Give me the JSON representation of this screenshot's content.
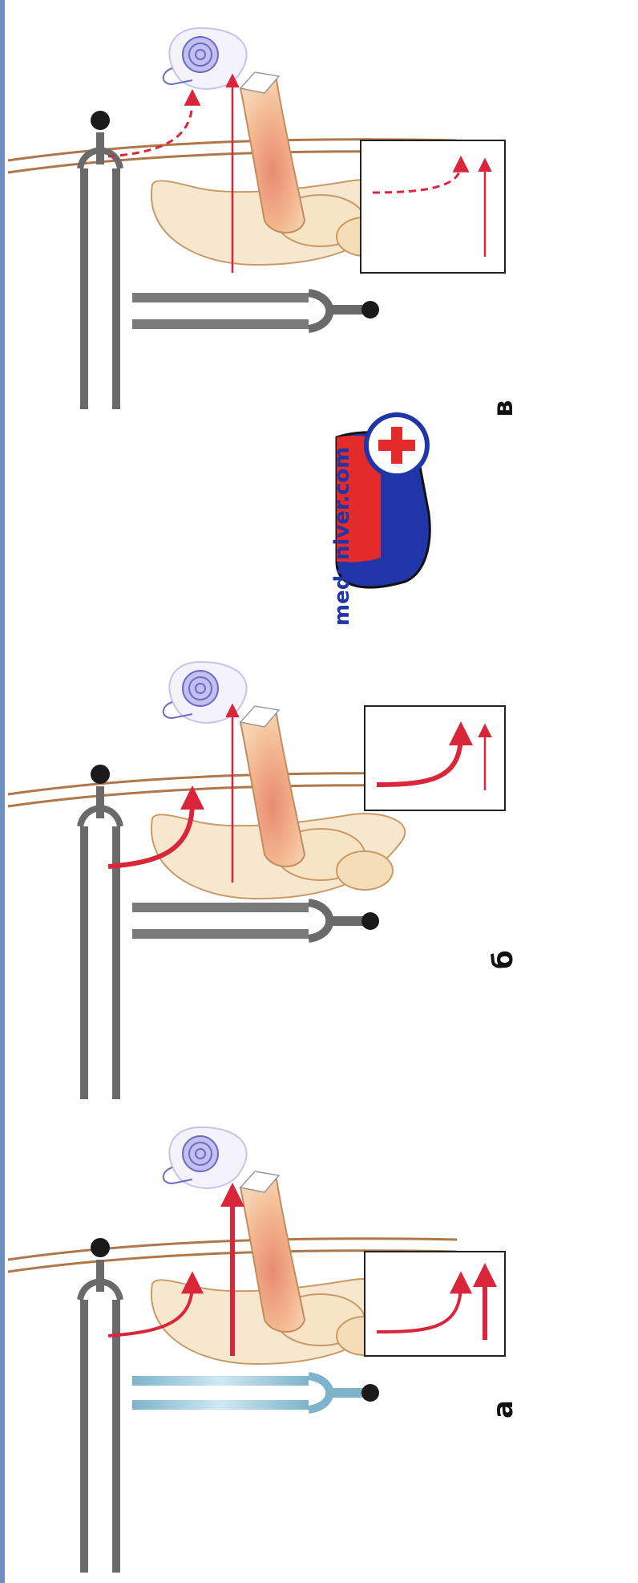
{
  "labels": {
    "panel_a": "а",
    "panel_b": "б",
    "panel_c": "в"
  },
  "watermark": {
    "text": "meduniver.com"
  },
  "colors": {
    "left_bar": "#6f8fc4",
    "fork_gray": "#6a6a6a",
    "fork_blue": "#8fc2d6",
    "skin_tan": "#e7c7a0",
    "canal_orange": "#f2b58a",
    "ossicle_cream": "#f6e4c4",
    "cochlea_violet": "#a9a7e6",
    "arrow_red": "#d9263a",
    "logo_red": "#e32b2b",
    "logo_blue": "#1f35a8"
  },
  "icons": [
    "tuning-fork-icon",
    "cochlea-icon",
    "ossicles-icon",
    "red-cross-logo-icon"
  ]
}
